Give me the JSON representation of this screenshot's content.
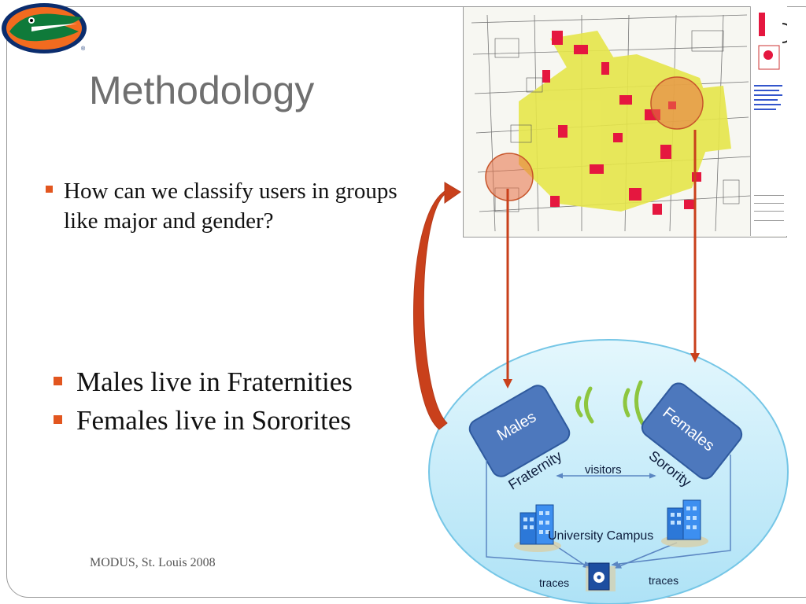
{
  "slide": {
    "title": "Methodology",
    "bullets": [
      "How can we classify users in groups like major and gender?",
      "Males live in Fraternities",
      "Females live in Sororites"
    ],
    "footer": "MODUS, St. Louis 2008"
  },
  "diagram": {
    "males_label": "Males",
    "females_label": "Females",
    "fraternity_label": "Fraternity",
    "sorority_label": "Sorority",
    "visitors_label": "visitors",
    "campus_label": "University Campus",
    "traces_left_label": "traces",
    "traces_right_label": "traces"
  },
  "colors": {
    "accent": "#e2561f",
    "title": "#6f6f6f",
    "box_blue": "#4d78bd",
    "ellipse_fill": "#c9ecf8",
    "arrow_red": "#c9401b",
    "gator_orange": "#f26b1f",
    "gator_blue": "#0b2d6e"
  }
}
